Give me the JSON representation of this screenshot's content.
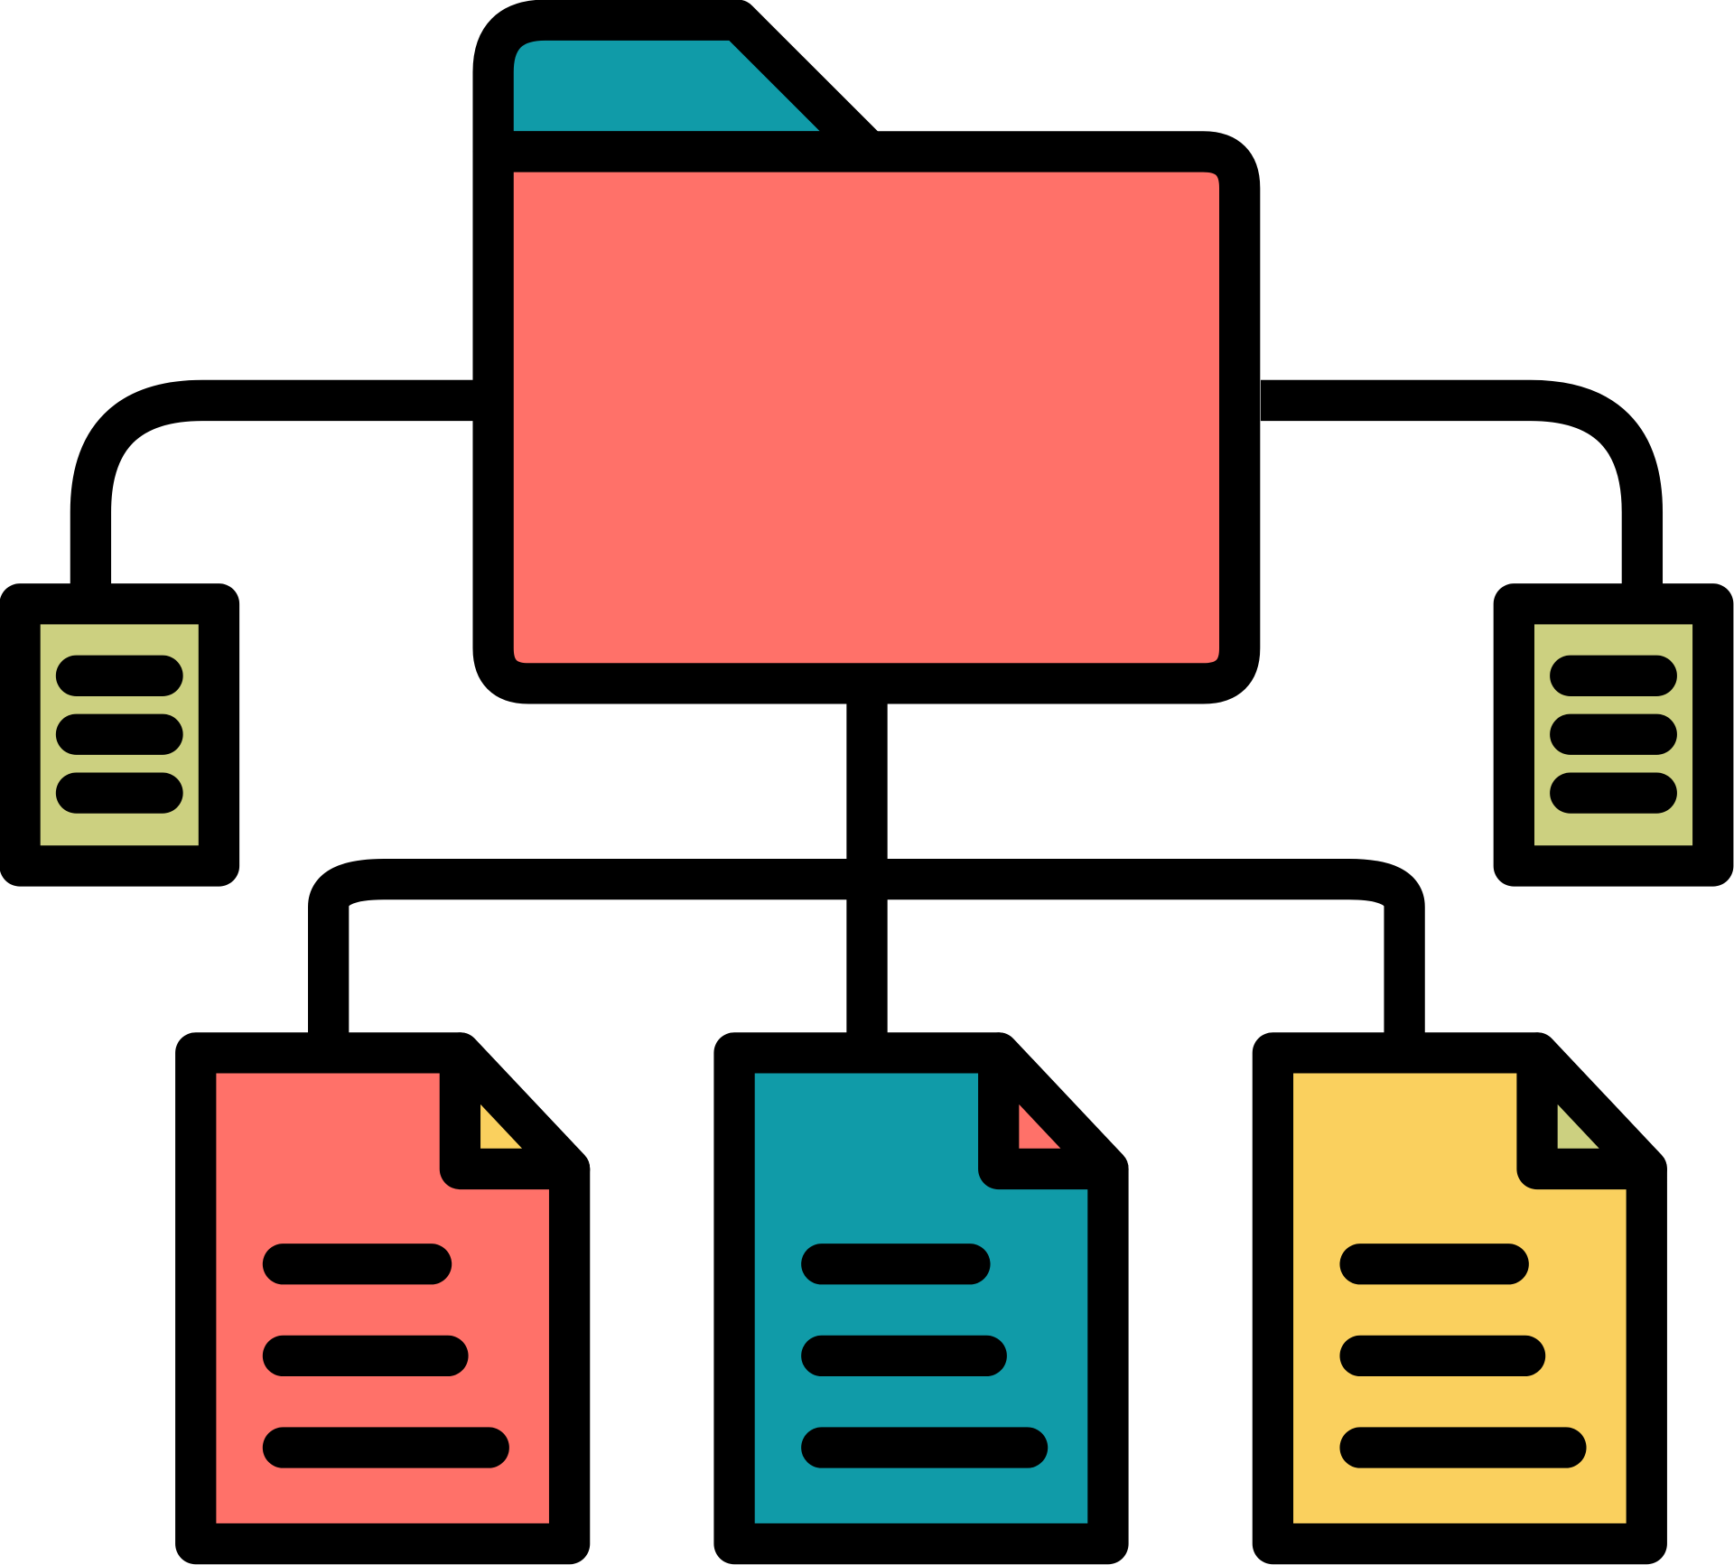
{
  "icon": {
    "name": "folder-hierarchy-icon",
    "colors": {
      "outline": "#000000",
      "folder_tab": "#109ba8",
      "folder_body": "#ff7169",
      "side_card": "#ccd080",
      "doc_red": "#ff7169",
      "doc_teal": "#109ba8",
      "doc_yellow": "#fad05e",
      "fold_red_doc": "#fad05e",
      "fold_teal_doc": "#ff7169",
      "fold_yellow_doc": "#ccd080"
    },
    "documents": [
      {
        "name": "document-red-icon",
        "color_key": "doc_red",
        "fold_key": "fold_red_doc"
      },
      {
        "name": "document-teal-icon",
        "color_key": "doc_teal",
        "fold_key": "fold_teal_doc"
      },
      {
        "name": "document-yellow-icon",
        "color_key": "doc_yellow",
        "fold_key": "fold_yellow_doc"
      }
    ],
    "side_cards": [
      {
        "name": "side-card-left-icon"
      },
      {
        "name": "side-card-right-icon"
      }
    ]
  }
}
